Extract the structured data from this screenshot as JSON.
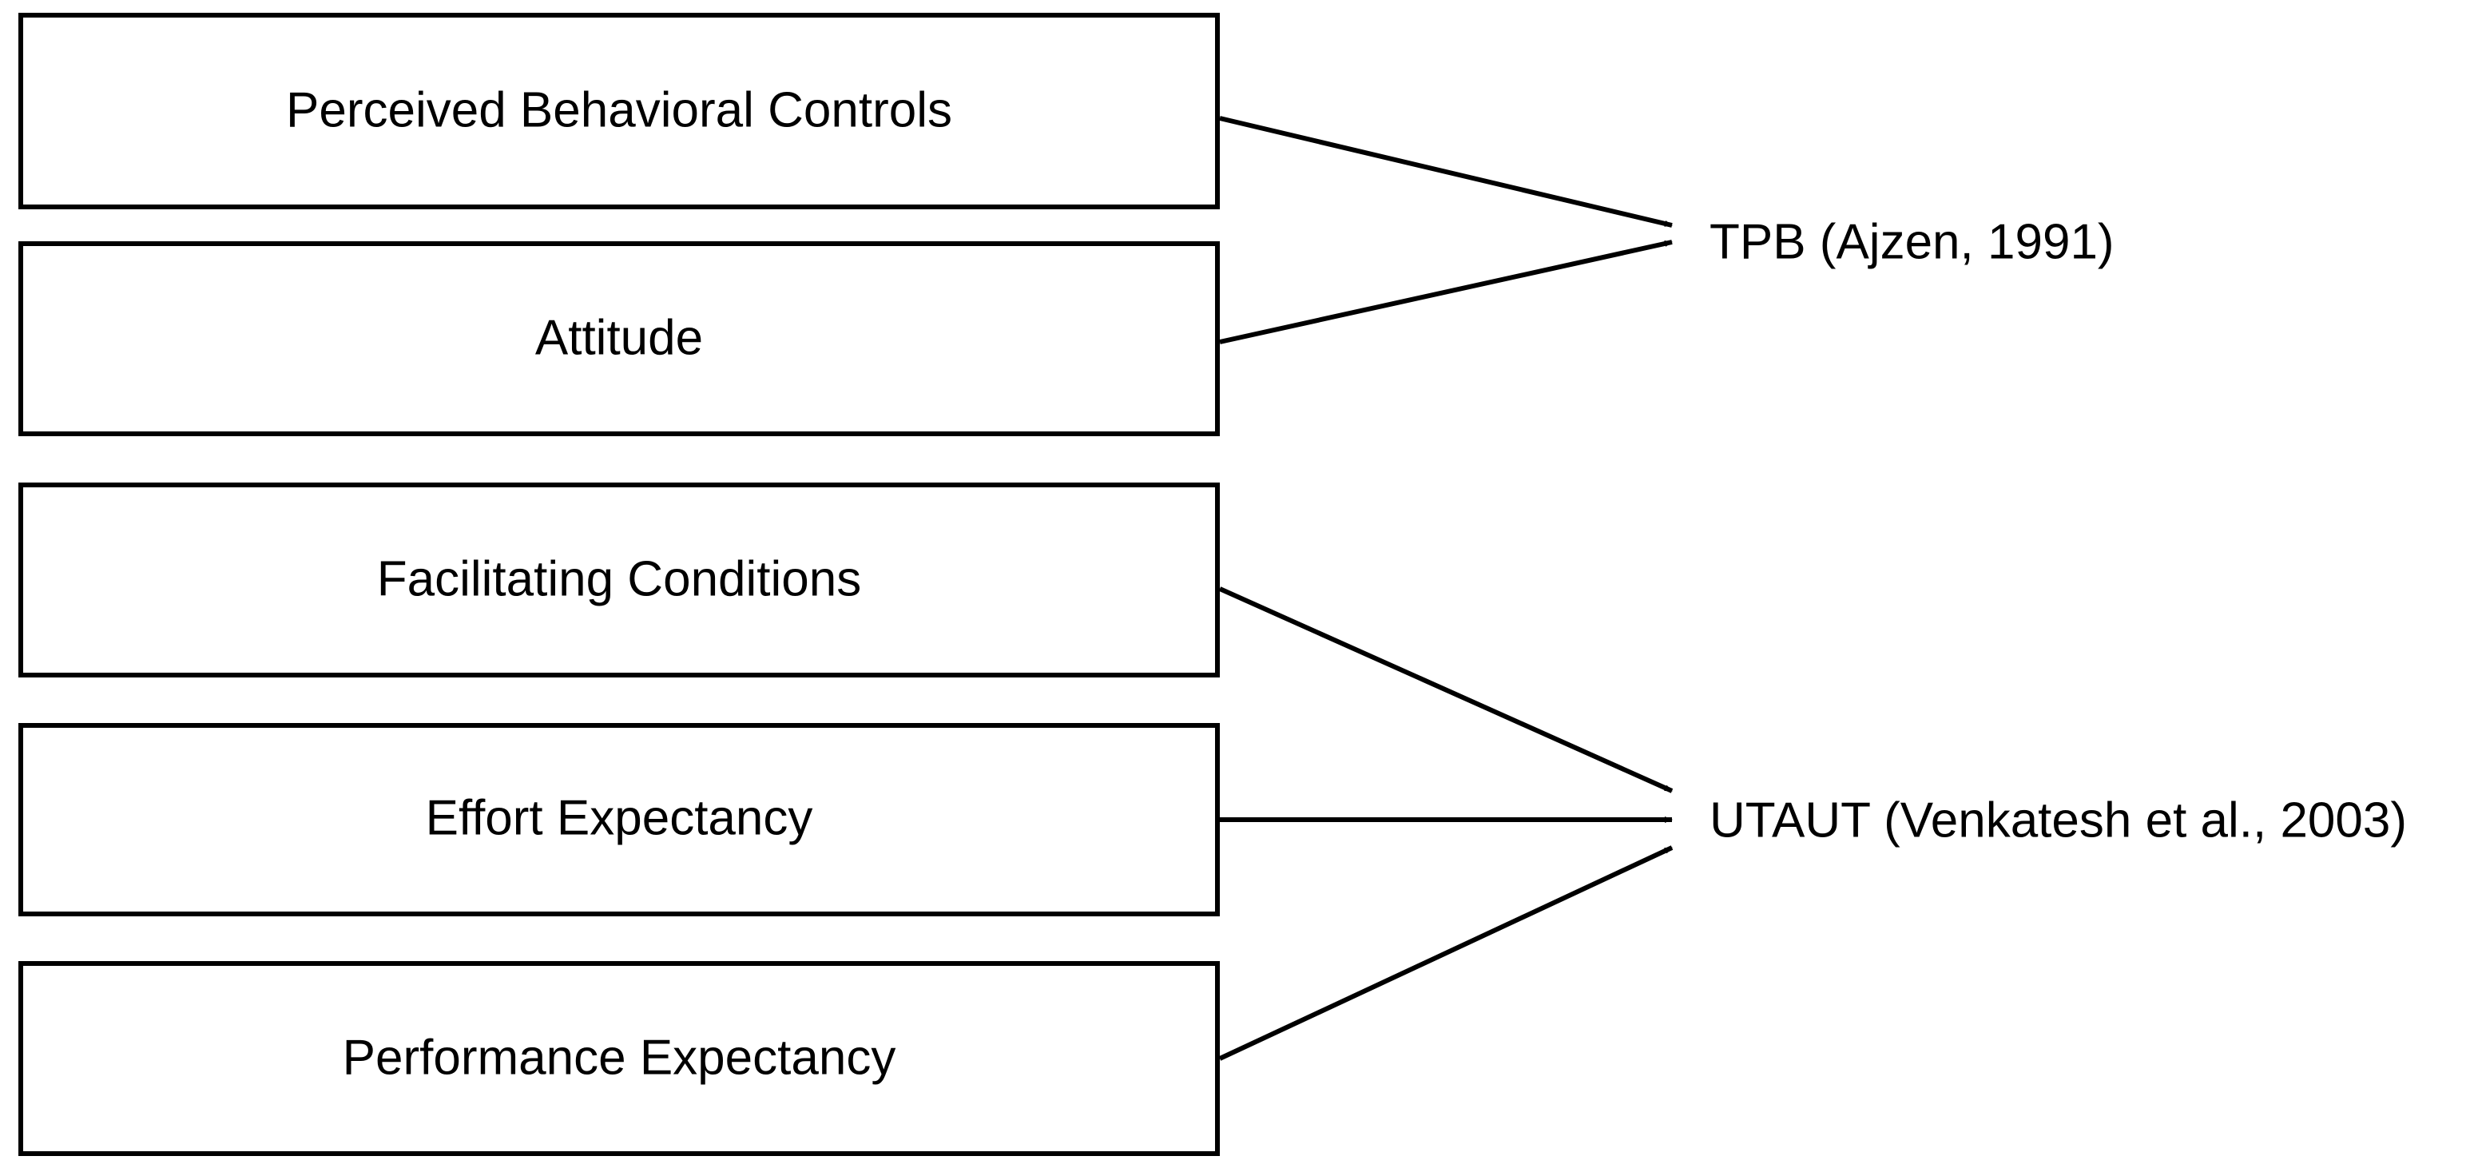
{
  "boxes": [
    {
      "id": "perceived-behavioral-controls",
      "label": "Perceived Behavioral Controls",
      "target": "tpb"
    },
    {
      "id": "attitude",
      "label": "Attitude",
      "target": "tpb"
    },
    {
      "id": "facilitating-conditions",
      "label": "Facilitating Conditions",
      "target": "utaut"
    },
    {
      "id": "effort-expectancy",
      "label": "Effort Expectancy",
      "target": "utaut"
    },
    {
      "id": "performance-expectancy",
      "label": "Performance Expectancy",
      "target": "utaut"
    }
  ],
  "targets": [
    {
      "id": "tpb",
      "label": "TPB (Ajzen, 1991)"
    },
    {
      "id": "utaut",
      "label": "UTAUT (Venkatesh et al., 2003)"
    }
  ],
  "colors": {
    "stroke": "#000000",
    "background": "#ffffff"
  }
}
